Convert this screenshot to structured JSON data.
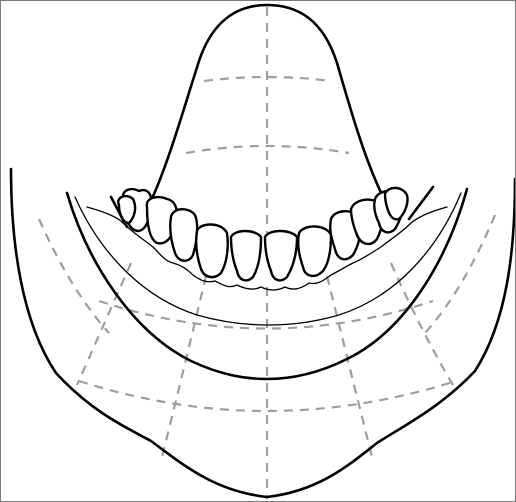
{
  "figure": {
    "subject": "dental-arch-diagram",
    "colors": {
      "background": "#ffffff",
      "outline": "#000000",
      "guide_lines": "#9e9e9e",
      "frame": "#7a7a7a"
    },
    "guide_line_style": "dashed",
    "tooth_count_visible": 12,
    "labels": []
  }
}
